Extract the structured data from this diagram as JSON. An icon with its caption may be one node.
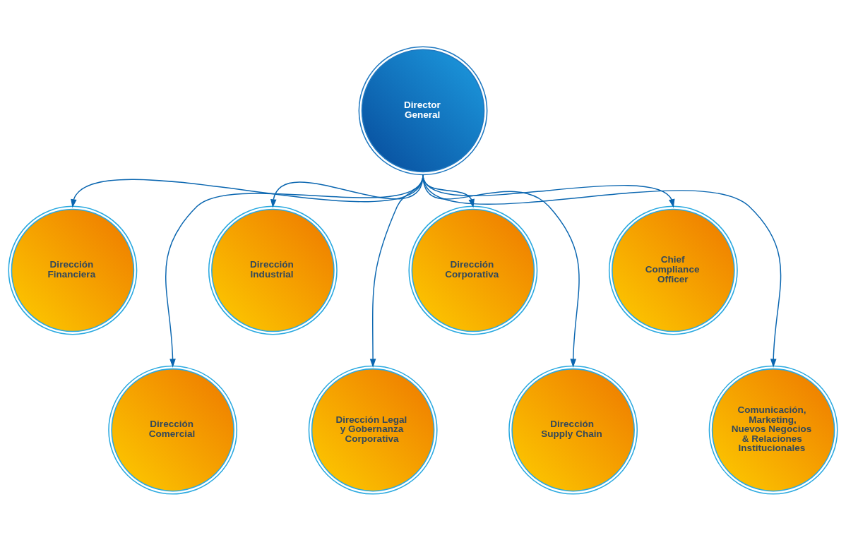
{
  "diagram": {
    "nodes": [
      {
        "text": [
          "Director General"
        ]
      },
      {
        "text": [
          "Dirección Financiera"
        ]
      },
      {
        "text": [
          "Dirección Industrial"
        ]
      },
      {
        "text": [
          "Dirección Corporativa"
        ]
      },
      {
        "text": [
          "Chief Compliance Officer"
        ]
      },
      {
        "text": [
          "Dirección Comercial"
        ]
      },
      {
        "text": [
          "Dirección Legal y Gobernanza Corporativa"
        ]
      },
      {
        "text": [
          "Dirección Supply Chain"
        ]
      },
      {
        "text": [
          "Comunicación, Marketing, Nuevos Negocios & Relaciones Institucionales"
        ]
      }
    ],
    "edges": [
      {
        "from": 0,
        "to": 1,
        "arrow": "to"
      },
      {
        "from": 0,
        "to": 5,
        "arrow": "to"
      },
      {
        "from": 0,
        "to": 2,
        "arrow": "to"
      },
      {
        "from": 0,
        "to": 6,
        "arrow": "to"
      },
      {
        "from": 0,
        "to": 3,
        "arrow": "to"
      },
      {
        "from": 0,
        "to": 7,
        "arrow": "to"
      },
      {
        "from": 0,
        "to": 4,
        "arrow": "to"
      },
      {
        "from": 0,
        "to": 8,
        "arrow": "to"
      }
    ]
  }
}
